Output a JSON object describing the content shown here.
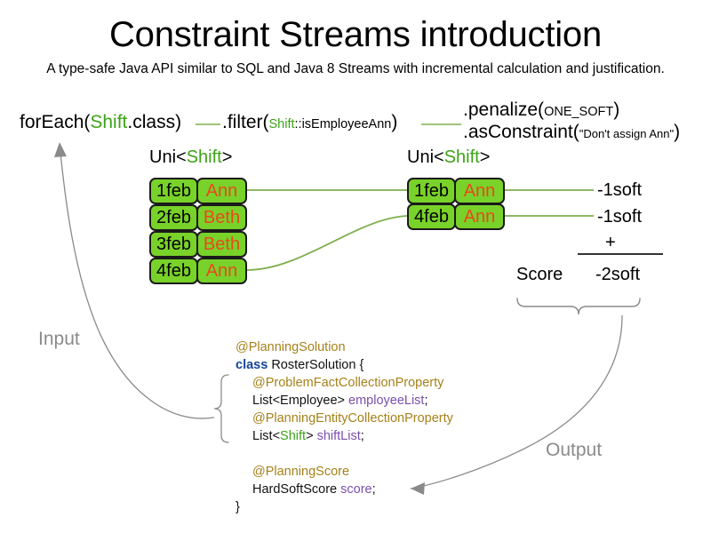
{
  "header": {
    "title": "Constraint Streams introduction",
    "subtitle": "A type-safe Java API similar to SQL and Java 8 Streams with incremental calculation and justification."
  },
  "pipeline": {
    "foreach": {
      "prefix": "forEach(",
      "type": "Shift",
      "suffix": ".class)"
    },
    "filter": {
      "prefix": ".filter(",
      "ref_type": "Shift",
      "ref_method": "::isEmployeeAnn",
      "suffix": ")"
    },
    "penalize": {
      "prefix": ".penalize(",
      "arg": "ONE_SOFT",
      "suffix": ")"
    },
    "as_constraint": {
      "prefix": ".asConstraint(",
      "arg": "\"Don't assign Ann\"",
      "suffix": ")"
    },
    "uni_left": {
      "prefix": "Uni<",
      "type": "Shift",
      "suffix": ">"
    },
    "uni_right": {
      "prefix": "Uni<",
      "type": "Shift",
      "suffix": ">"
    }
  },
  "shift_table_left": {
    "rows": [
      {
        "date": "1feb",
        "employee": "Ann"
      },
      {
        "date": "2feb",
        "employee": "Beth"
      },
      {
        "date": "3feb",
        "employee": "Beth"
      },
      {
        "date": "4feb",
        "employee": "Ann"
      }
    ]
  },
  "shift_table_right": {
    "rows": [
      {
        "date": "1feb",
        "employee": "Ann"
      },
      {
        "date": "4feb",
        "employee": "Ann"
      }
    ]
  },
  "penalties": {
    "items": [
      "-1soft",
      "-1soft"
    ],
    "operator": "+",
    "score_label": "Score",
    "total": "-2soft"
  },
  "code": {
    "line1_annotation": "@PlanningSolution",
    "line2_keyword": "class",
    "line2_rest": " RosterSolution {",
    "line3_annotation": "@ProblemFactCollectionProperty",
    "line4_type": "List<Employee> ",
    "line4_field": "employeeList",
    "line4_semi": ";",
    "line5_annotation": "@PlanningEntityCollectionProperty",
    "line6_type_pre": "List<",
    "line6_type_generic": "Shift",
    "line6_type_post": "> ",
    "line6_field": "shiftList",
    "line6_semi": ";",
    "line7_annotation": "@PlanningScore",
    "line8_type": "HardSoftScore ",
    "line8_field": "score",
    "line8_semi": ";",
    "line9_close": "}"
  },
  "annotations": {
    "input": "Input",
    "output": "Output"
  },
  "colors": {
    "shift_box_fill": "#79D229",
    "shift_box_border": "#1a1a1a",
    "employee_text": "#E8491D",
    "type_green": "#3DA318",
    "annotation_gold": "#A6811A",
    "keyword_blue": "#16449B",
    "field_purple": "#7B4FAD",
    "connector_green": "#7FAF4E",
    "gray_annotation": "#8a8a8a"
  }
}
